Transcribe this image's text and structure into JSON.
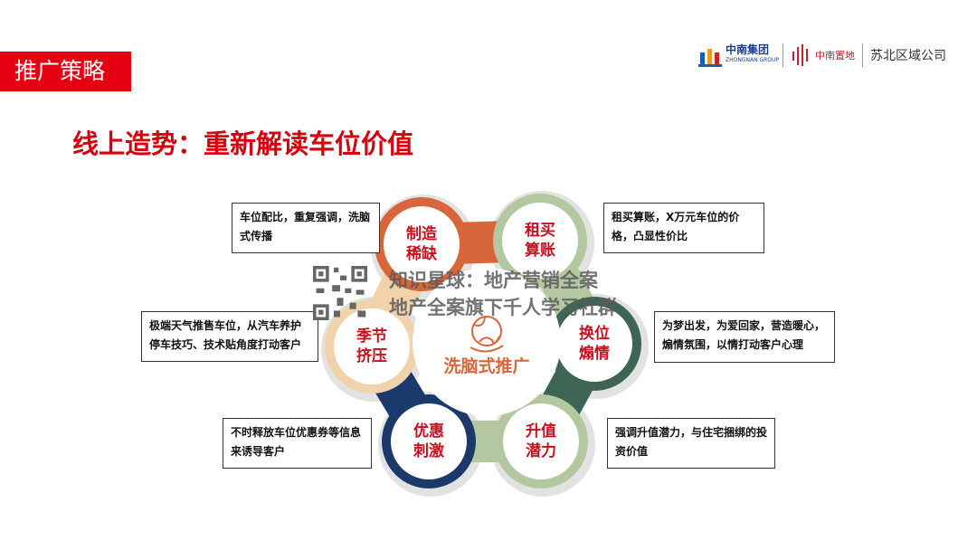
{
  "header": {
    "section_tag": "推广策略",
    "title": "线上造势：重新解读车位价值"
  },
  "logos": {
    "group_cn": "中南集团",
    "group_en": "ZHONGNAN GROUP",
    "zhidi": "中南置地",
    "company": "苏北区域公司"
  },
  "diagram": {
    "center": "洗脑式推广",
    "nodes": [
      {
        "label": [
          "制造",
          "稀缺"
        ],
        "color": "#D9663A",
        "desc": "车位配比，重复强调，洗脑式传播"
      },
      {
        "label": [
          "租买",
          "算账"
        ],
        "color": "#B3C8A0",
        "desc": "租买算账，X万元车位的价格，凸显性价比"
      },
      {
        "label": [
          "换位",
          "煽情"
        ],
        "color": "#3E6454",
        "desc": "为梦出发，为爱回家，营造暖心，煽情氛围，以情打动客户心理"
      },
      {
        "label": [
          "升值",
          "潜力"
        ],
        "color": "#B3C8A0",
        "desc": "强调升值潜力，与住宅捆绑的投资价值"
      },
      {
        "label": [
          "优惠",
          "刺激"
        ],
        "color": "#1B3A6B",
        "desc": "不时释放车位优惠券等信息来诱导客户"
      },
      {
        "label": [
          "季节",
          "挤压"
        ],
        "color": "#F1D2AB",
        "desc": "极端天气推售车位，从汽车养护停车技巧、技术贴角度打动客户"
      }
    ]
  },
  "watermark": {
    "line1": "知识星球：地产营销全案",
    "line2": "地产全案旗下千人学习社群"
  }
}
